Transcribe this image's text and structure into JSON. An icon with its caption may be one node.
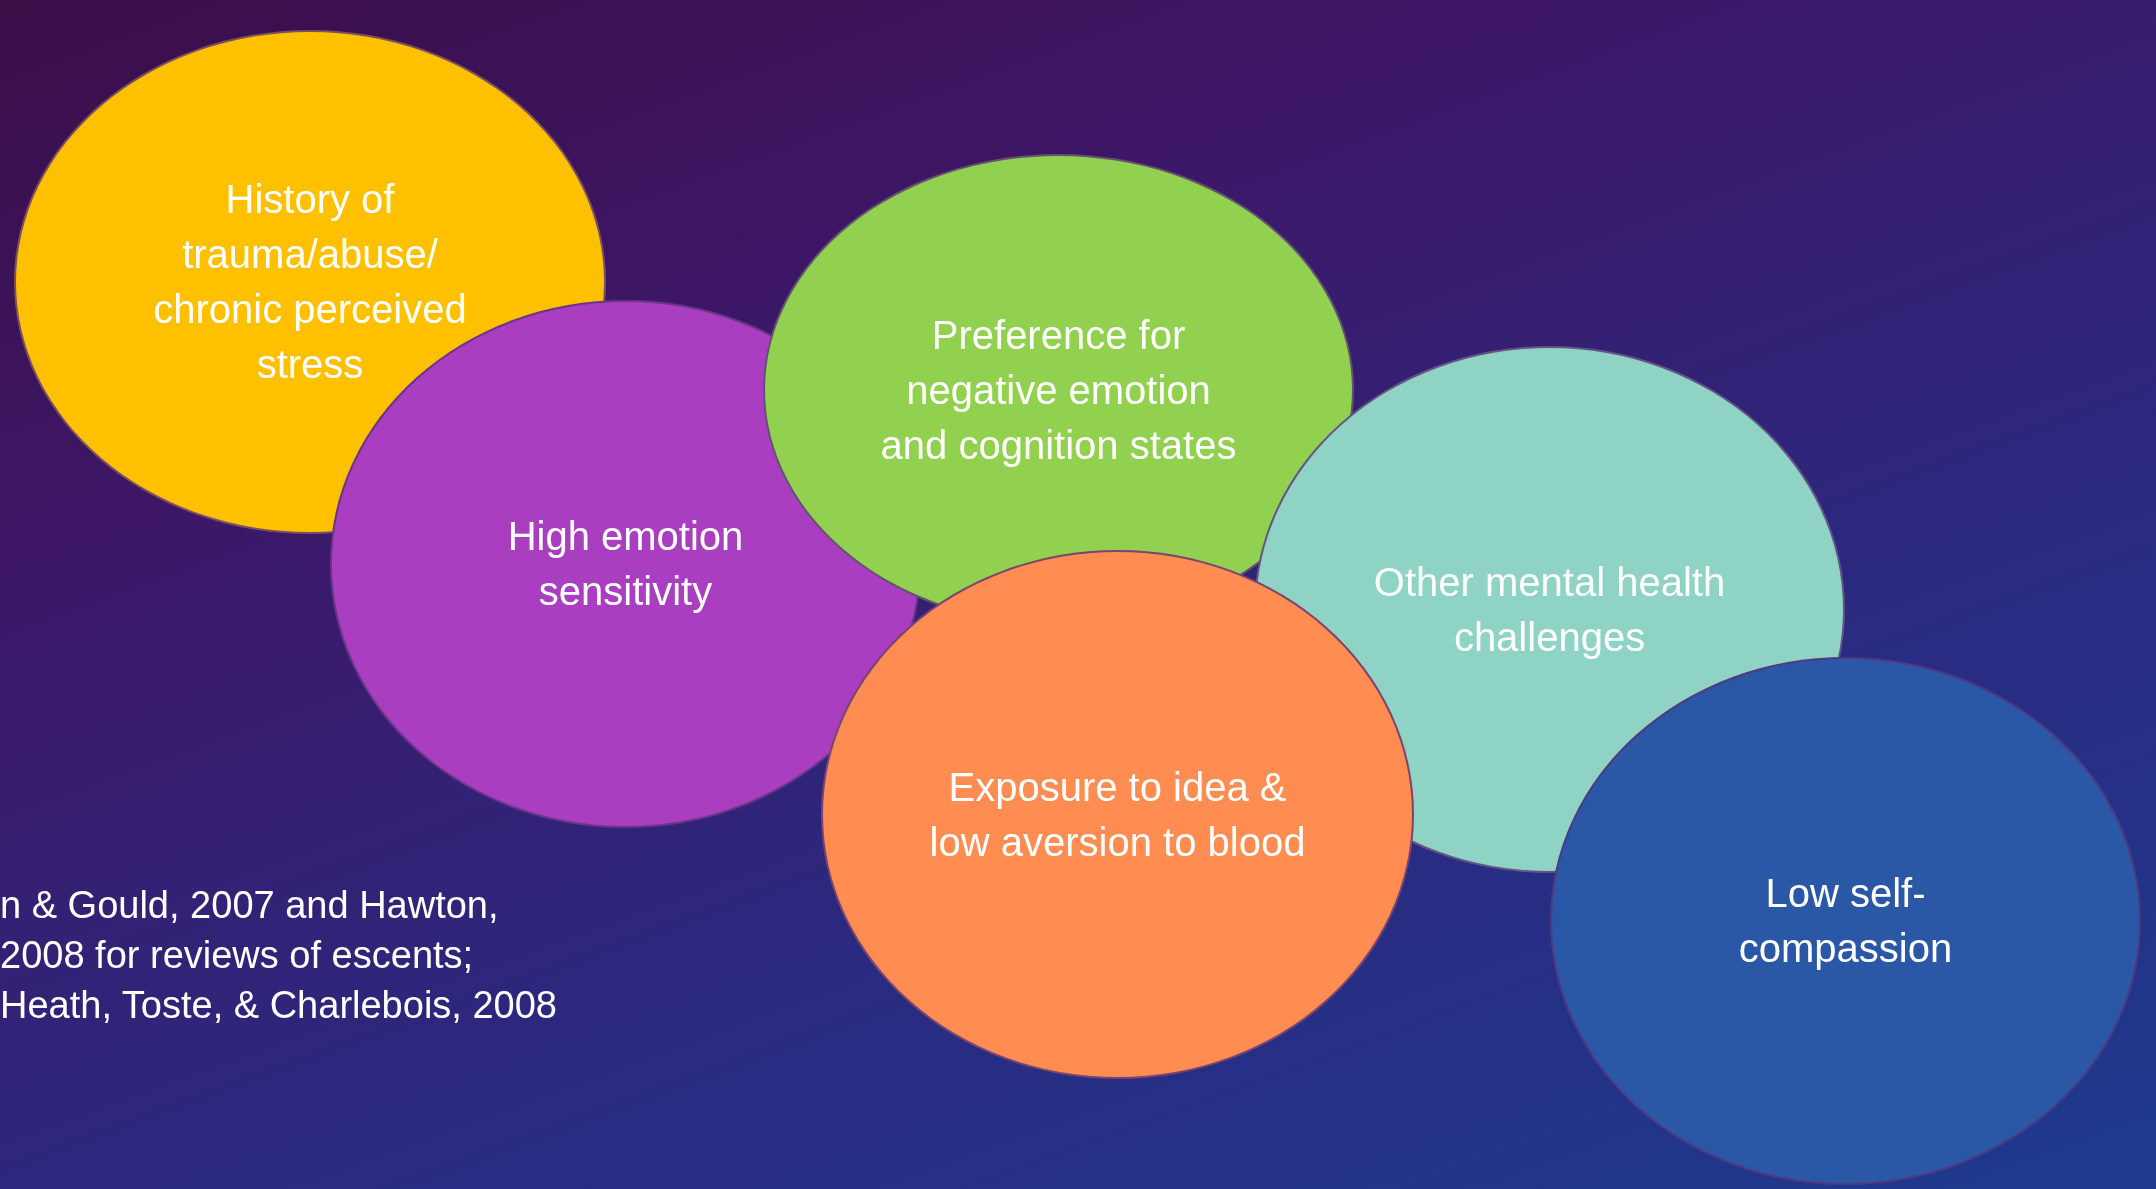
{
  "diagram": {
    "nodes": [
      {
        "text": [
          "History of trauma/abuse/ chronic perceived stress"
        ]
      },
      {
        "text": [
          "High emotion sensitivity"
        ]
      },
      {
        "text": [
          "Preference for negative emotion and cognition states"
        ]
      },
      {
        "text": [
          "Other mental health challenges"
        ]
      },
      {
        "text": [
          "Exposure to idea & low aversion to blood"
        ]
      },
      {
        "text": [
          "Low self-compassion"
        ]
      }
    ],
    "labels": [
      "n & Gould, 2007 and Hawton, 2008 for reviews of escents; Heath, Toste, & Charlebois, 2008"
    ]
  }
}
